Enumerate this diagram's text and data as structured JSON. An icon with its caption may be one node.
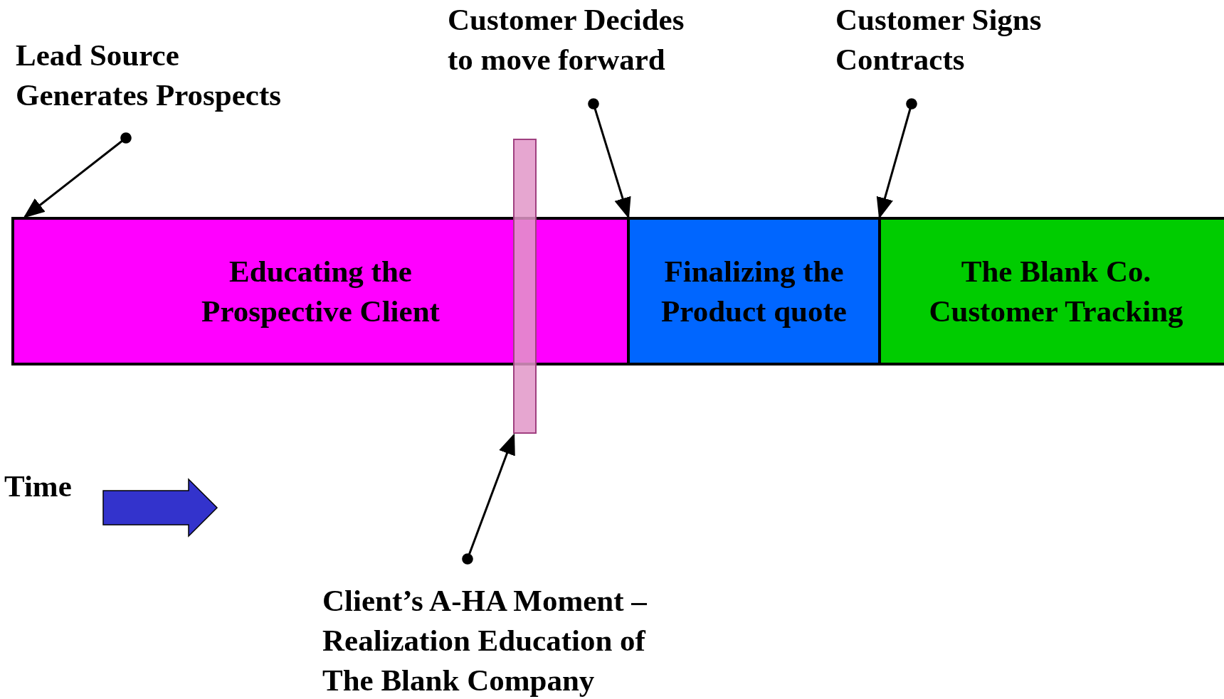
{
  "diagram": {
    "nodes": [
      {
        "text": [
          "Lead Source Generates Prospects"
        ]
      },
      {
        "text": [
          "Customer Decides to move forward"
        ]
      },
      {
        "text": [
          "Customer Signs Contracts"
        ]
      },
      {
        "text": [
          "Educating the Prospective Client"
        ]
      },
      {
        "text": [
          "Finalizing the Product quote"
        ]
      },
      {
        "text": [
          "The Blank Co. Customer Tracking"
        ]
      },
      {
        "text": [],
        "shape": "bar"
      },
      {
        "text": [
          "Client’s A-HA Moment – Realization Education of The Blank Company"
        ]
      }
    ],
    "edges": [
      {
        "from": 0,
        "to": 3,
        "arrow": "to"
      },
      {
        "from": 1,
        "to": 4,
        "arrow": "to"
      },
      {
        "from": 2,
        "to": 5,
        "arrow": "to"
      },
      {
        "from": 7,
        "to": 6,
        "arrow": "to"
      }
    ],
    "labels": [
      "Time"
    ]
  }
}
